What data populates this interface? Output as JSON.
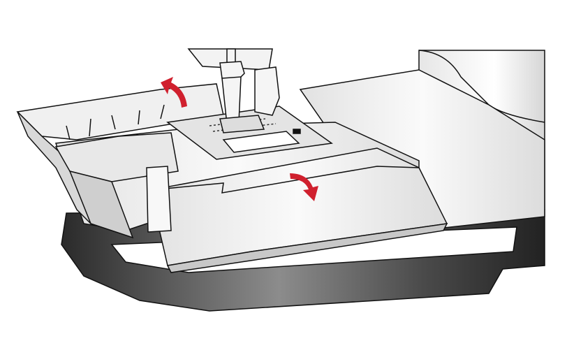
{
  "illustration": {
    "subject": "sewing-machine-accessory-tray",
    "colors": {
      "arrow": "#d0202e",
      "outline": "#1a1a1a",
      "base_dark": "#3a3a3a",
      "base_light": "#8a8a8a",
      "surface": "#ececec"
    },
    "arrows": [
      {
        "name": "lift-up-arrow",
        "direction": "up"
      },
      {
        "name": "fold-down-arrow",
        "direction": "down"
      }
    ]
  }
}
